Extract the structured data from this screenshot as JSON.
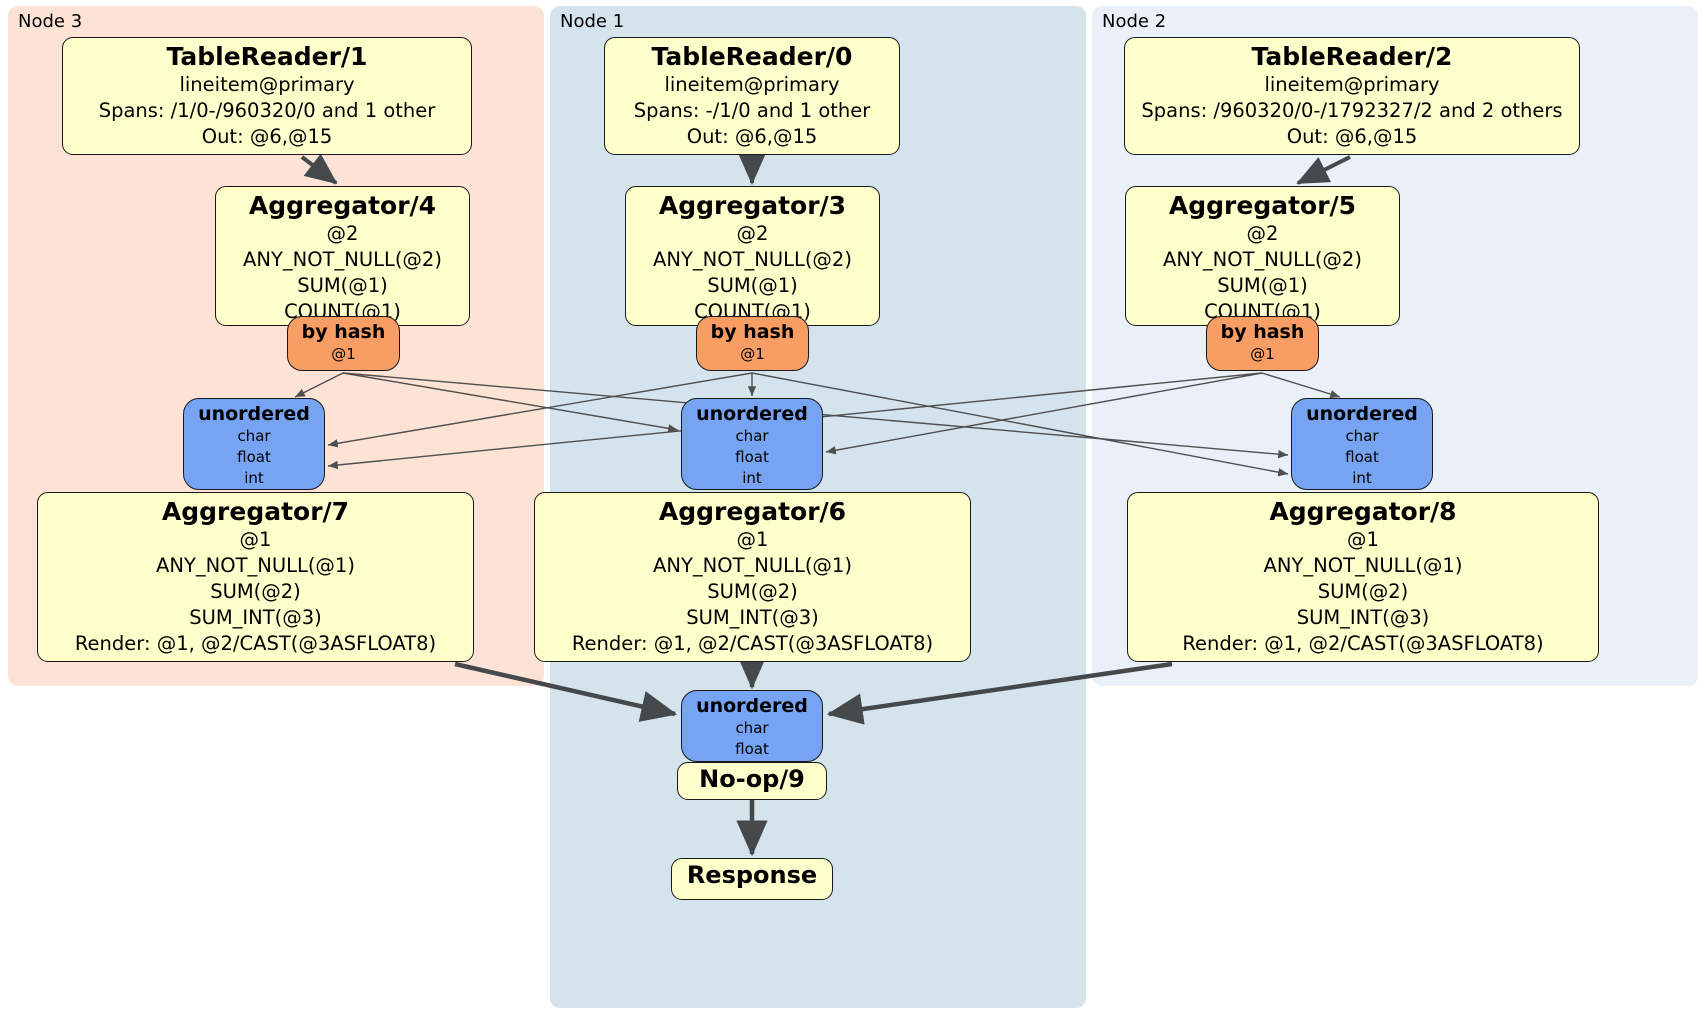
{
  "regions": {
    "node3": {
      "label": "Node 3"
    },
    "node1": {
      "label": "Node 1"
    },
    "node2": {
      "label": "Node 2"
    }
  },
  "boxes": {
    "tr1": {
      "title": "TableReader/1",
      "lines": [
        "lineitem@primary",
        "Spans: /1/0-/960320/0 and 1 other",
        "Out: @6,@15"
      ]
    },
    "tr0": {
      "title": "TableReader/0",
      "lines": [
        "lineitem@primary",
        "Spans: -/1/0 and 1 other",
        "Out: @6,@15"
      ]
    },
    "tr2": {
      "title": "TableReader/2",
      "lines": [
        "lineitem@primary",
        "Spans: /960320/0-/1792327/2 and 2 others",
        "Out: @6,@15"
      ]
    },
    "agg4": {
      "title": "Aggregator/4",
      "lines": [
        "@2",
        "ANY_NOT_NULL(@2)",
        "SUM(@1)",
        "COUNT(@1)"
      ]
    },
    "agg3": {
      "title": "Aggregator/3",
      "lines": [
        "@2",
        "ANY_NOT_NULL(@2)",
        "SUM(@1)",
        "COUNT(@1)"
      ]
    },
    "agg5": {
      "title": "Aggregator/5",
      "lines": [
        "@2",
        "ANY_NOT_NULL(@2)",
        "SUM(@1)",
        "COUNT(@1)"
      ]
    },
    "hash4": {
      "title": "by hash",
      "lines": [
        "@1"
      ]
    },
    "hash3": {
      "title": "by hash",
      "lines": [
        "@1"
      ]
    },
    "hash5": {
      "title": "by hash",
      "lines": [
        "@1"
      ]
    },
    "sync7": {
      "title": "unordered",
      "lines": [
        "char",
        "float",
        "int"
      ]
    },
    "sync6": {
      "title": "unordered",
      "lines": [
        "char",
        "float",
        "int"
      ]
    },
    "sync8": {
      "title": "unordered",
      "lines": [
        "char",
        "float",
        "int"
      ]
    },
    "agg7": {
      "title": "Aggregator/7",
      "lines": [
        "@1",
        "ANY_NOT_NULL(@1)",
        "SUM(@2)",
        "SUM_INT(@3)",
        "Render: @1, @2/CAST(@3ASFLOAT8)"
      ]
    },
    "agg6": {
      "title": "Aggregator/6",
      "lines": [
        "@1",
        "ANY_NOT_NULL(@1)",
        "SUM(@2)",
        "SUM_INT(@3)",
        "Render: @1, @2/CAST(@3ASFLOAT8)"
      ]
    },
    "agg8": {
      "title": "Aggregator/8",
      "lines": [
        "@1",
        "ANY_NOT_NULL(@1)",
        "SUM(@2)",
        "SUM_INT(@3)",
        "Render: @1, @2/CAST(@3ASFLOAT8)"
      ]
    },
    "syncFinal": {
      "title": "unordered",
      "lines": [
        "char",
        "float"
      ]
    },
    "noop": {
      "title": "No-op/9"
    },
    "response": {
      "title": "Response"
    }
  },
  "edges": {
    "flow": [
      {
        "from": "TableReader/1",
        "to": "Aggregator/4"
      },
      {
        "from": "TableReader/0",
        "to": "Aggregator/3"
      },
      {
        "from": "TableReader/2",
        "to": "Aggregator/5"
      },
      {
        "from": "Aggregator/7",
        "to": "unordered-final"
      },
      {
        "from": "Aggregator/6",
        "to": "unordered-final"
      },
      {
        "from": "Aggregator/8",
        "to": "unordered-final"
      },
      {
        "from": "No-op/9",
        "to": "Response"
      }
    ],
    "hash_routing": [
      {
        "from": "by hash (Node 3)",
        "to": [
          "unordered (Node 3)",
          "unordered (Node 1)",
          "unordered (Node 2)"
        ]
      },
      {
        "from": "by hash (Node 1)",
        "to": [
          "unordered (Node 3)",
          "unordered (Node 1)",
          "unordered (Node 2)"
        ]
      },
      {
        "from": "by hash (Node 2)",
        "to": [
          "unordered (Node 3)",
          "unordered (Node 1)",
          "unordered (Node 2)"
        ]
      }
    ]
  },
  "colors": {
    "node3_bg": "#fce3d6",
    "node1_bg": "#d5e3ed",
    "node2_bg": "#eaf0f8",
    "processor_box": "#ffffcc",
    "hash_router": "#f89d63",
    "sync_box": "#76a4f2",
    "box_border": "#191919",
    "flow_arrow": "#45494c",
    "routing_line": "#4f4f4f"
  }
}
